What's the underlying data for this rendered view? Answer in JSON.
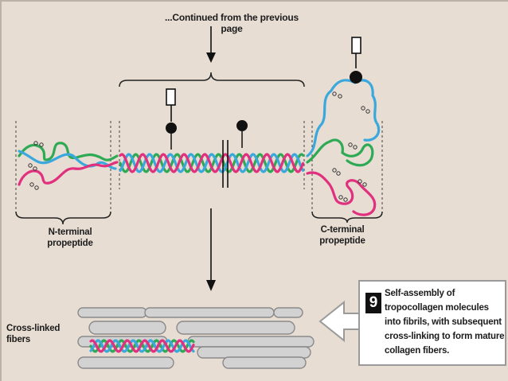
{
  "labels": {
    "continued": "...Continued from the previous page",
    "n_terminal": "N-terminal propeptide",
    "c_terminal": "C-terminal propeptide",
    "cross_linked": "Cross-linked fibers"
  },
  "step": {
    "number": "9",
    "text": "Self-assembly of tropocollagen molecules into fibrils, with subsequent cross-linking to form mature collagen fibers."
  },
  "colors": {
    "background_panel": "#e7ddd3",
    "strand_green": "#2faa54",
    "strand_blue": "#3aa8dc",
    "strand_pink": "#e0307e",
    "fiber_fill": "#d2d2d2",
    "fiber_stroke": "#8a8a8a"
  },
  "icons": [
    "disulfide-bond-icon",
    "sugar-square-icon",
    "sugar-ball-icon",
    "arrow-down-icon",
    "arrow-left-icon"
  ]
}
